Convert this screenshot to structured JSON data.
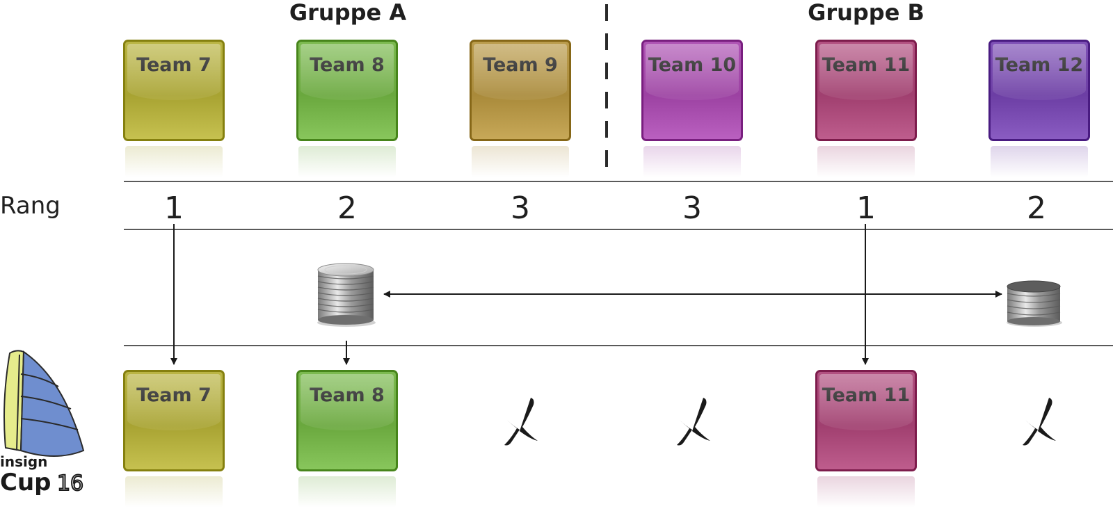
{
  "groups": [
    {
      "name": "Gruppe A"
    },
    {
      "name": "Gruppe B"
    }
  ],
  "teams_top": [
    {
      "label": "Team 7",
      "color": "#a8a332",
      "rank": "1"
    },
    {
      "label": "Team 8",
      "color": "#6aa83e",
      "rank": "2"
    },
    {
      "label": "Team 9",
      "color": "#a98a3a",
      "rank": "3"
    },
    {
      "label": "Team 10",
      "color": "#9c42a2",
      "rank": "3"
    },
    {
      "label": "Team 11",
      "color": "#a03f6f",
      "rank": "1"
    },
    {
      "label": "Team 12",
      "color": "#6c3ea4",
      "rank": "2"
    }
  ],
  "rank_row_label": "Rang",
  "teams_bottom": [
    {
      "label": "Team 7",
      "color": "#a8a332"
    },
    {
      "label": "Team 8",
      "color": "#6aa83e"
    },
    {
      "label": "Team 11",
      "color": "#a03f6f"
    }
  ],
  "logo": {
    "line1": "insign",
    "line2": "Cup",
    "line3": "16"
  }
}
